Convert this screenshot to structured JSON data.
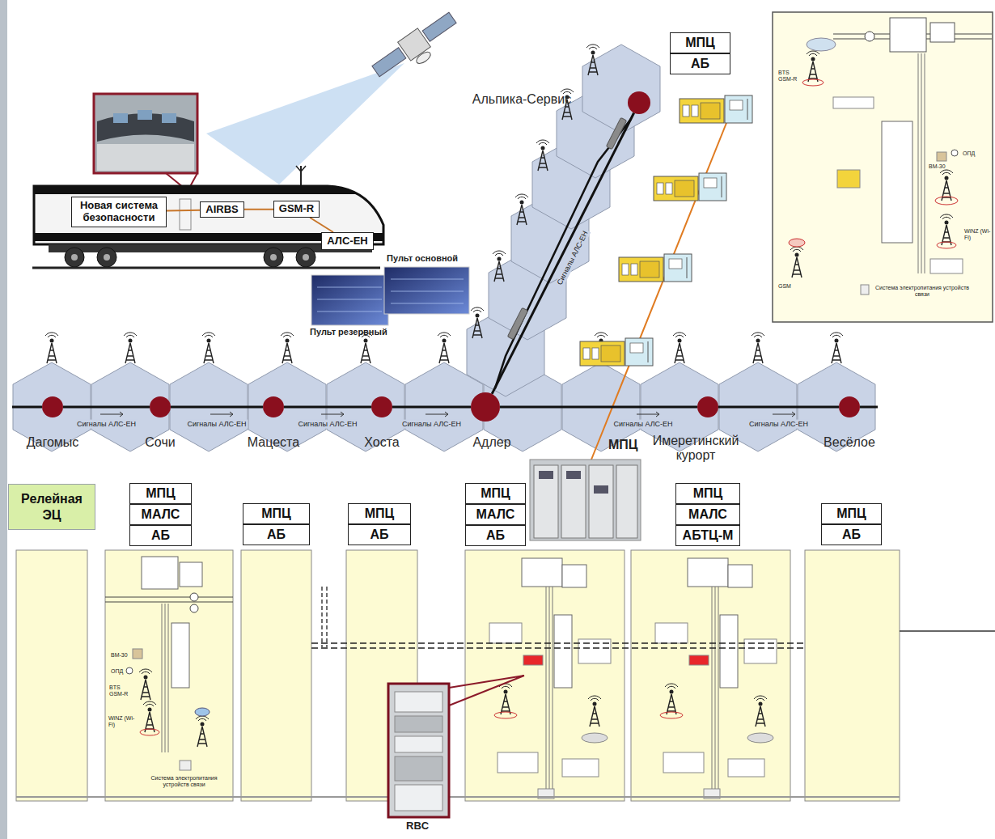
{
  "diagram": {
    "nodes": [
      {
        "text": [
          "Новая система безопасности"
        ]
      },
      {
        "text": [
          "AIRBS"
        ]
      },
      {
        "text": [
          "GSM-R"
        ]
      },
      {
        "text": [
          "АЛС-ЕН"
        ]
      },
      {
        "text": [
          "Дагомыс"
        ]
      },
      {
        "text": [
          "Сочи"
        ]
      },
      {
        "text": [
          "Мацеста"
        ]
      },
      {
        "text": [
          "Хоста"
        ]
      },
      {
        "text": [
          "Адлер"
        ]
      },
      {
        "text": [
          "Имеретинский курорт"
        ]
      },
      {
        "text": [
          "Весёлое"
        ]
      },
      {
        "text": [
          "Альпика-Сервис"
        ]
      },
      {
        "text": [
          "МПЦ"
        ]
      },
      {
        "text": [
          "АБ"
        ]
      },
      {
        "text": [
          "Релейная ЭЦ"
        ]
      },
      {
        "text": [
          "МПЦ"
        ]
      },
      {
        "text": [
          "МАЛС"
        ]
      },
      {
        "text": [
          "АБ"
        ]
      },
      {
        "text": [
          "МПЦ"
        ]
      },
      {
        "text": [
          "АБ"
        ]
      },
      {
        "text": [
          "МПЦ"
        ]
      },
      {
        "text": [
          "АБ"
        ]
      },
      {
        "text": [
          "МПЦ"
        ]
      },
      {
        "text": [
          "МАЛС"
        ]
      },
      {
        "text": [
          "АБ"
        ]
      },
      {
        "text": [
          "МПЦ"
        ]
      },
      {
        "text": [
          "МАЛС"
        ]
      },
      {
        "text": [
          "АБТЦ-М"
        ]
      },
      {
        "text": [
          "МПЦ"
        ]
      },
      {
        "text": [
          "АБ"
        ]
      }
    ],
    "edges": [
      {
        "from": 0,
        "to": 1,
        "arrow": "none"
      },
      {
        "from": 1,
        "to": 2,
        "arrow": "none"
      },
      {
        "from": 2,
        "to": 3,
        "arrow": "none"
      },
      {
        "from": 4,
        "to": 5,
        "label": "Сигналы АЛС-ЕН",
        "arrow": "none"
      },
      {
        "from": 5,
        "to": 6,
        "label": "Сигналы АЛС-ЕН",
        "arrow": "none"
      },
      {
        "from": 6,
        "to": 7,
        "label": "Сигналы АЛС-ЕН",
        "arrow": "none"
      },
      {
        "from": 7,
        "to": 8,
        "label": "Сигналы АЛС-ЕН",
        "arrow": "none"
      },
      {
        "from": 8,
        "to": 9,
        "label": "Сигналы АЛС-ЕН",
        "arrow": "none"
      },
      {
        "from": 9,
        "to": 10,
        "label": "Сигналы АЛС-ЕН",
        "arrow": "none"
      },
      {
        "from": 8,
        "to": 11,
        "label": "Сигналы АЛС-ЕН",
        "arrow": "none"
      }
    ],
    "labels": [
      "Пульт основной",
      "Пульт резервный",
      "МПЦ",
      "RBC",
      "BTS GSM-R",
      "GSM",
      "WiNZ (Wi-Fi)",
      "ОПД",
      "ВМ-30",
      "Система электропитания устройств связи",
      "ВМ-30",
      "ОПД",
      "BTS GSM-R",
      "WiNZ (Wi-Fi)",
      "Система электропитания устройств связи"
    ]
  }
}
